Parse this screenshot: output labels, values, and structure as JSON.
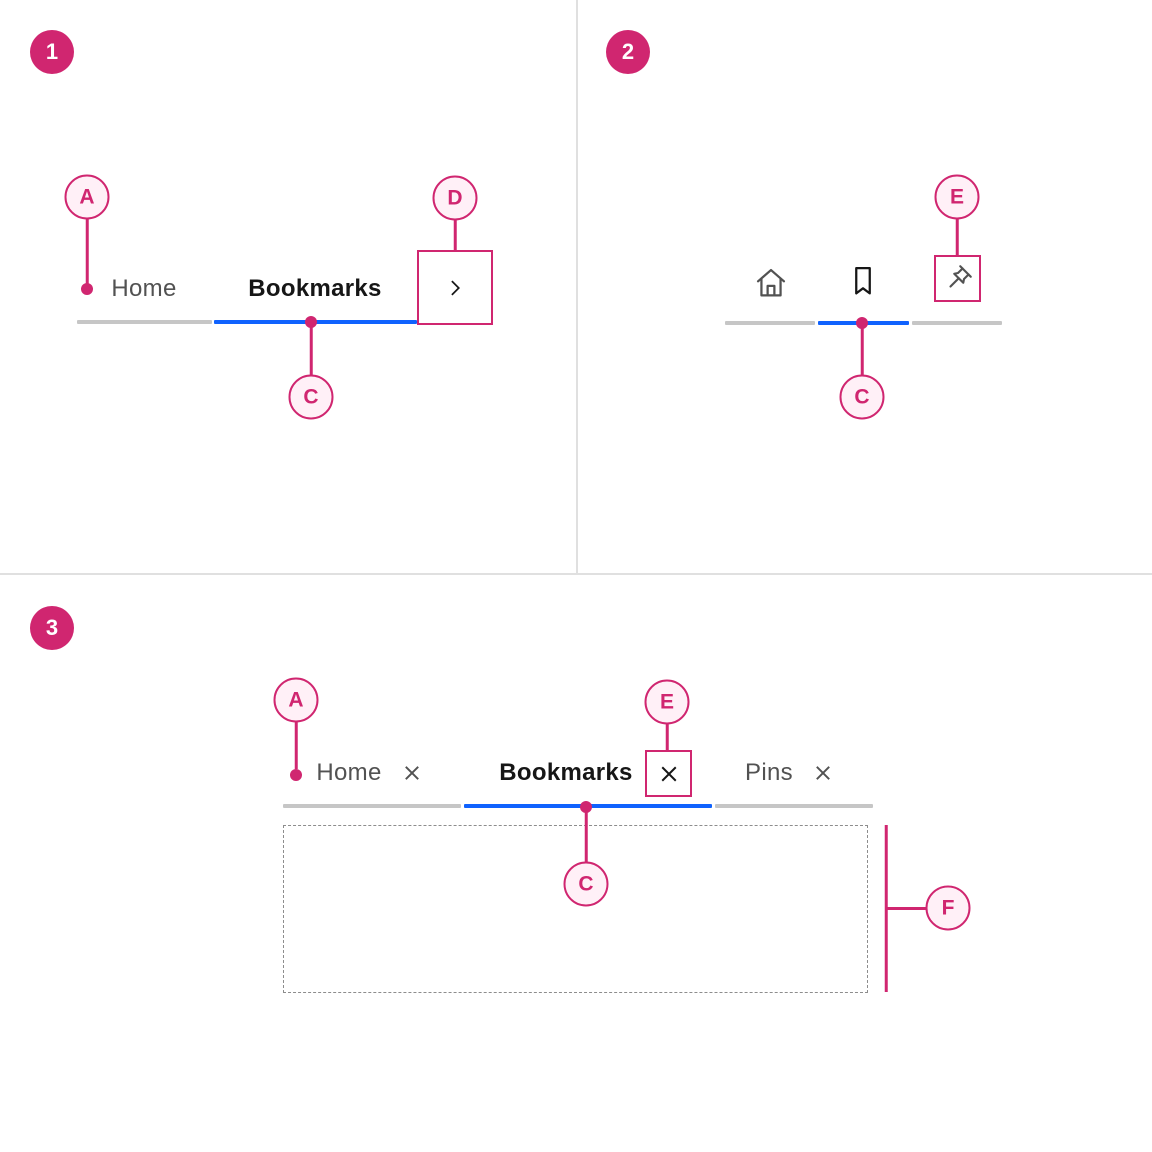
{
  "figure": "tabs-component-anatomy",
  "colors": {
    "annotation_magenta": "#d02670",
    "annotation_fill": "#fff0f7",
    "selected_indicator_blue": "#0f62fe",
    "unselected_indicator_gray": "#c6c6c6",
    "unselected_text_gray": "#525252",
    "selected_text_black": "#161616",
    "divider_gray": "#e0e0e0",
    "dashed_border_gray": "#8d8d8d"
  },
  "section1": {
    "number": "1",
    "tabs": [
      {
        "label": "Home",
        "selected": false
      },
      {
        "label": "Bookmarks",
        "selected": true
      }
    ],
    "overflow_icon": "chevron-right-icon",
    "annotations": {
      "a": "A",
      "c": "C",
      "d": "D"
    }
  },
  "section2": {
    "number": "2",
    "icon_tabs": [
      {
        "icon": "home-icon",
        "selected": false
      },
      {
        "icon": "bookmark-icon",
        "selected": true
      },
      {
        "icon": "pin-icon",
        "selected": false
      }
    ],
    "annotations": {
      "c": "C",
      "e": "E"
    }
  },
  "section3": {
    "number": "3",
    "tabs": [
      {
        "label": "Home",
        "selected": false,
        "close_icon": "close-icon"
      },
      {
        "label": "Bookmarks",
        "selected": true,
        "close_icon": "close-icon"
      },
      {
        "label": "Pins",
        "selected": false,
        "close_icon": "close-icon"
      }
    ],
    "annotations": {
      "a": "A",
      "c": "C",
      "e": "E",
      "f": "F"
    }
  }
}
